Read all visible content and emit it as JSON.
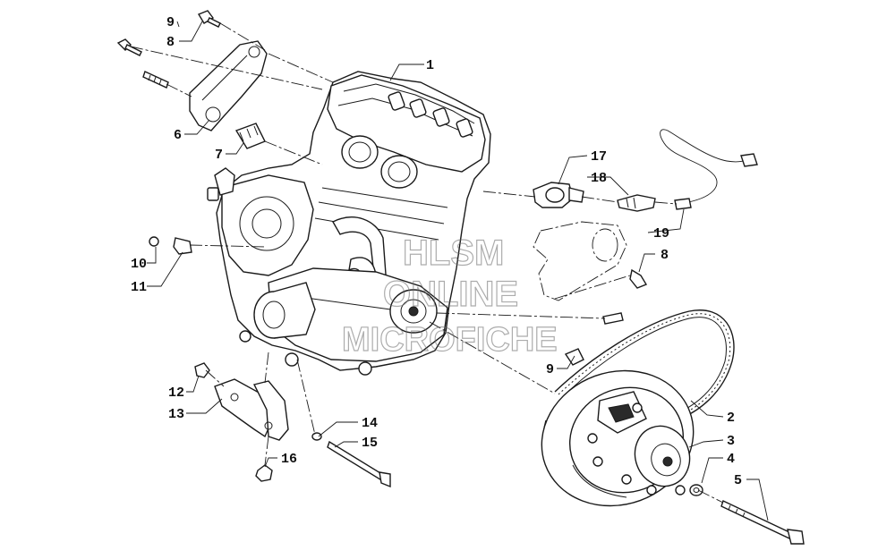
{
  "callouts": [
    {
      "id": "c1",
      "label": "1"
    },
    {
      "id": "c2",
      "label": "2"
    },
    {
      "id": "c3",
      "label": "3"
    },
    {
      "id": "c4",
      "label": "4"
    },
    {
      "id": "c5",
      "label": "5"
    },
    {
      "id": "c6",
      "label": "6"
    },
    {
      "id": "c7",
      "label": "7"
    },
    {
      "id": "c8a",
      "label": "8"
    },
    {
      "id": "c8b",
      "label": "8"
    },
    {
      "id": "c9a",
      "label": "9"
    },
    {
      "id": "c9b",
      "label": "9"
    },
    {
      "id": "c10",
      "label": "10"
    },
    {
      "id": "c11",
      "label": "11"
    },
    {
      "id": "c12",
      "label": "12"
    },
    {
      "id": "c13",
      "label": "13"
    },
    {
      "id": "c14",
      "label": "14"
    },
    {
      "id": "c15",
      "label": "15"
    },
    {
      "id": "c16",
      "label": "16"
    },
    {
      "id": "c17",
      "label": "17"
    },
    {
      "id": "c18",
      "label": "18"
    },
    {
      "id": "c19",
      "label": "19"
    }
  ],
  "watermark": {
    "line1": "HLSM",
    "line2": "ONLINE",
    "line3": "MICROFICHE"
  }
}
